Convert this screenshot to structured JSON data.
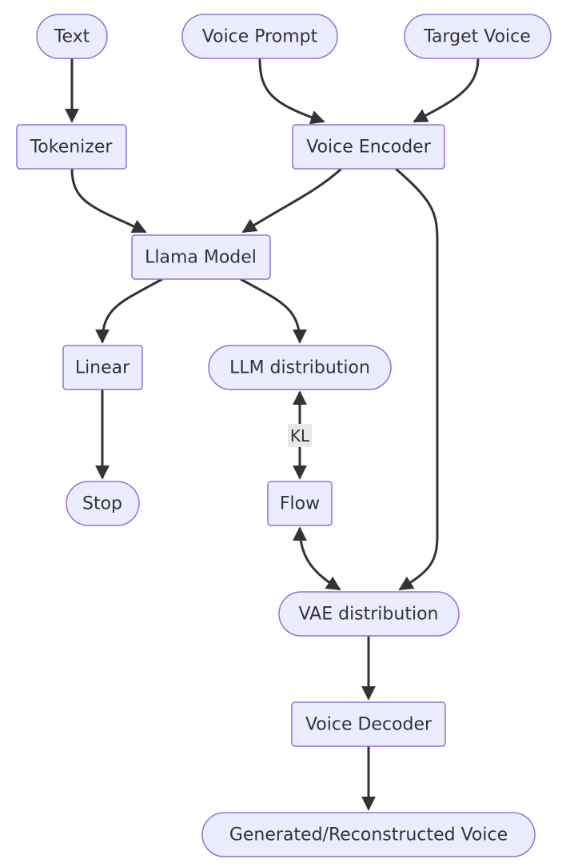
{
  "nodes": {
    "text": "Text",
    "voice_prompt": "Voice Prompt",
    "target_voice": "Target Voice",
    "tokenizer": "Tokenizer",
    "voice_encoder": "Voice Encoder",
    "llama_model": "Llama Model",
    "linear": "Linear",
    "llm_distribution": "LLM distribution",
    "stop": "Stop",
    "flow": "Flow",
    "vae_distribution": "VAE distribution",
    "voice_decoder": "Voice Decoder",
    "generated_voice": "Generated/Reconstructed Voice"
  },
  "edges": {
    "kl_label": "KL"
  },
  "colors": {
    "node_fill": "#ECECFF",
    "node_stroke": "#9370DB",
    "edge": "#333333",
    "label_bg": "#E8E8E8"
  }
}
